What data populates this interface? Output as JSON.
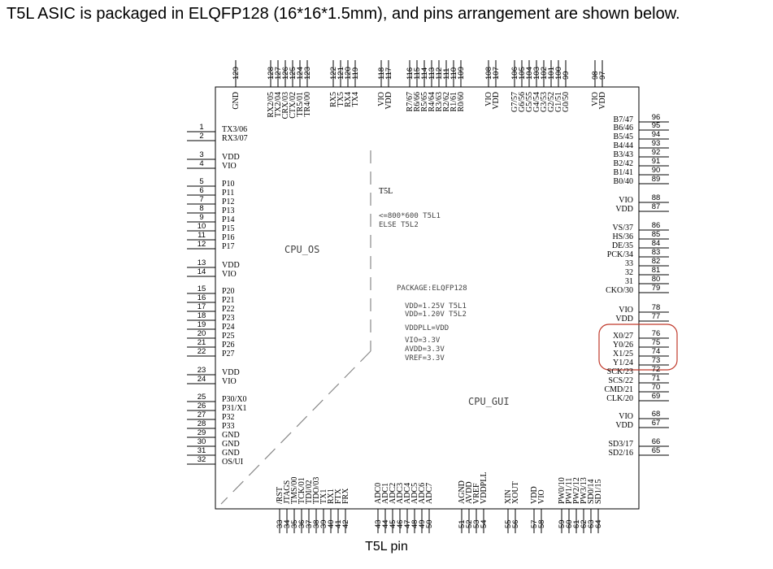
{
  "title": "T5L ASIC is packaged in ELQFP128 (16*16*1.5mm), and pins arrangement are shown below.",
  "caption": "T5L pin",
  "chip": {
    "name": "T5L",
    "note_line1": "<=800*600 T5L1",
    "note_line2": "ELSE T5L2",
    "region_os": "CPU_OS",
    "region_gui": "CPU_GUI",
    "package": "PACKAGE:ELQFP128",
    "specs": [
      "VDD=1.25V T5L1",
      "VDD=1.20V T5L2",
      "VDDPLL=VDD",
      "VIO=3.3V",
      "AVDD=3.3V",
      "VREF=3.3V"
    ]
  },
  "colors": {
    "line": "#000000",
    "highlight": "#c0392b"
  },
  "pins": {
    "left": [
      {
        "num": "1",
        "name": "TX3/06"
      },
      {
        "num": "2",
        "name": "RX3/07"
      },
      {
        "num": "3",
        "name": "VDD"
      },
      {
        "num": "4",
        "name": "VIO"
      },
      {
        "num": "5",
        "name": "P10"
      },
      {
        "num": "6",
        "name": "P11"
      },
      {
        "num": "7",
        "name": "P12"
      },
      {
        "num": "8",
        "name": "P13"
      },
      {
        "num": "9",
        "name": "P14"
      },
      {
        "num": "10",
        "name": "P15"
      },
      {
        "num": "11",
        "name": "P16"
      },
      {
        "num": "12",
        "name": "P17"
      },
      {
        "num": "13",
        "name": "VDD"
      },
      {
        "num": "14",
        "name": "VIO"
      },
      {
        "num": "15",
        "name": "P20"
      },
      {
        "num": "16",
        "name": "P21"
      },
      {
        "num": "17",
        "name": "P22"
      },
      {
        "num": "18",
        "name": "P23"
      },
      {
        "num": "19",
        "name": "P24"
      },
      {
        "num": "20",
        "name": "P25"
      },
      {
        "num": "21",
        "name": "P26"
      },
      {
        "num": "22",
        "name": "P27"
      },
      {
        "num": "23",
        "name": "VDD"
      },
      {
        "num": "24",
        "name": "VIO"
      },
      {
        "num": "25",
        "name": "P30/X0"
      },
      {
        "num": "26",
        "name": "P31/X1"
      },
      {
        "num": "27",
        "name": "P32"
      },
      {
        "num": "28",
        "name": "P33"
      },
      {
        "num": "29",
        "name": "GND"
      },
      {
        "num": "30",
        "name": "GND"
      },
      {
        "num": "31",
        "name": "GND"
      },
      {
        "num": "32",
        "name": "OS/UI"
      }
    ],
    "bottom": [
      {
        "num": "33",
        "name": "/RST"
      },
      {
        "num": "34",
        "name": "JTAGS"
      },
      {
        "num": "35",
        "name": "TMS/00"
      },
      {
        "num": "36",
        "name": "TCK/01"
      },
      {
        "num": "37",
        "name": "TDI/02"
      },
      {
        "num": "38",
        "name": "TDO/03"
      },
      {
        "num": "39",
        "name": "TX1"
      },
      {
        "num": "40",
        "name": "RX1"
      },
      {
        "num": "41",
        "name": "FTX"
      },
      {
        "num": "42",
        "name": "FRX"
      },
      {
        "num": "43",
        "name": "ADC0"
      },
      {
        "num": "44",
        "name": "ADC1"
      },
      {
        "num": "45",
        "name": "ADC2"
      },
      {
        "num": "46",
        "name": "ADC3"
      },
      {
        "num": "47",
        "name": "ADC4"
      },
      {
        "num": "48",
        "name": "ADC5"
      },
      {
        "num": "49",
        "name": "ADC6"
      },
      {
        "num": "50",
        "name": "ADC7"
      },
      {
        "num": "51",
        "name": "AGND"
      },
      {
        "num": "52",
        "name": "AVDD"
      },
      {
        "num": "53",
        "name": "VREF"
      },
      {
        "num": "54",
        "name": "VDDPLL"
      },
      {
        "num": "55",
        "name": "XIN"
      },
      {
        "num": "56",
        "name": "XOUT"
      },
      {
        "num": "57",
        "name": "VDD"
      },
      {
        "num": "58",
        "name": "VIO"
      },
      {
        "num": "59",
        "name": "PW0/10"
      },
      {
        "num": "60",
        "name": "PW1/11"
      },
      {
        "num": "61",
        "name": "PW2/12"
      },
      {
        "num": "62",
        "name": "PW3/13"
      },
      {
        "num": "63",
        "name": "SD0/14"
      },
      {
        "num": "64",
        "name": "SD1/15"
      }
    ],
    "right": [
      {
        "num": "96",
        "name": "B7/47"
      },
      {
        "num": "95",
        "name": "B6/46"
      },
      {
        "num": "94",
        "name": "B5/45"
      },
      {
        "num": "93",
        "name": "B4/44"
      },
      {
        "num": "92",
        "name": "B3/43"
      },
      {
        "num": "91",
        "name": "B2/42"
      },
      {
        "num": "90",
        "name": "B1/41"
      },
      {
        "num": "89",
        "name": "B0/40"
      },
      {
        "num": "88",
        "name": "VIO"
      },
      {
        "num": "87",
        "name": "VDD"
      },
      {
        "num": "86",
        "name": "VS/37"
      },
      {
        "num": "85",
        "name": "HS/36"
      },
      {
        "num": "84",
        "name": "DE/35"
      },
      {
        "num": "83",
        "name": "PCK/34"
      },
      {
        "num": "82",
        "name": "33"
      },
      {
        "num": "81",
        "name": "32"
      },
      {
        "num": "80",
        "name": "31"
      },
      {
        "num": "79",
        "name": "CKO/30"
      },
      {
        "num": "78",
        "name": "VIO"
      },
      {
        "num": "77",
        "name": "VDD"
      },
      {
        "num": "76",
        "name": "X0/27"
      },
      {
        "num": "75",
        "name": "Y0/26"
      },
      {
        "num": "74",
        "name": "X1/25"
      },
      {
        "num": "73",
        "name": "Y1/24"
      },
      {
        "num": "72",
        "name": "SCK/23"
      },
      {
        "num": "71",
        "name": "SCS/22"
      },
      {
        "num": "70",
        "name": "CMD/21"
      },
      {
        "num": "69",
        "name": "CLK/20"
      },
      {
        "num": "68",
        "name": "VIO"
      },
      {
        "num": "67",
        "name": "VDD"
      },
      {
        "num": "66",
        "name": "SD3/17"
      },
      {
        "num": "65",
        "name": "SD2/16"
      }
    ],
    "top": [
      {
        "num": "129",
        "name": "GND"
      },
      {
        "num": "128",
        "name": "RX2/05"
      },
      {
        "num": "127",
        "name": "TX2/04"
      },
      {
        "num": "126",
        "name": "CRX/03"
      },
      {
        "num": "125",
        "name": "CTX/02"
      },
      {
        "num": "124",
        "name": "TR5/01"
      },
      {
        "num": "123",
        "name": "TR4/00"
      },
      {
        "num": "122",
        "name": "RX5"
      },
      {
        "num": "121",
        "name": "TX5"
      },
      {
        "num": "120",
        "name": "RX4"
      },
      {
        "num": "119",
        "name": "TX4"
      },
      {
        "num": "118",
        "name": "VIO"
      },
      {
        "num": "117",
        "name": "VDD"
      },
      {
        "num": "116",
        "name": "R7/67"
      },
      {
        "num": "115",
        "name": "R6/66"
      },
      {
        "num": "114",
        "name": "R5/65"
      },
      {
        "num": "113",
        "name": "R4/64"
      },
      {
        "num": "112",
        "name": "R3/63"
      },
      {
        "num": "111",
        "name": "R2/62"
      },
      {
        "num": "110",
        "name": "R1/61"
      },
      {
        "num": "109",
        "name": "R0/60"
      },
      {
        "num": "108",
        "name": "VIO"
      },
      {
        "num": "107",
        "name": "VDD"
      },
      {
        "num": "106",
        "name": "G7/57"
      },
      {
        "num": "105",
        "name": "G6/56"
      },
      {
        "num": "104",
        "name": "G5/55"
      },
      {
        "num": "103",
        "name": "G4/54"
      },
      {
        "num": "102",
        "name": "G3/53"
      },
      {
        "num": "101",
        "name": "G2/52"
      },
      {
        "num": "100",
        "name": "G1/51"
      },
      {
        "num": "99",
        "name": "G0/50"
      },
      {
        "num": "98",
        "name": "VIO"
      },
      {
        "num": "97",
        "name": "VDD"
      }
    ]
  }
}
